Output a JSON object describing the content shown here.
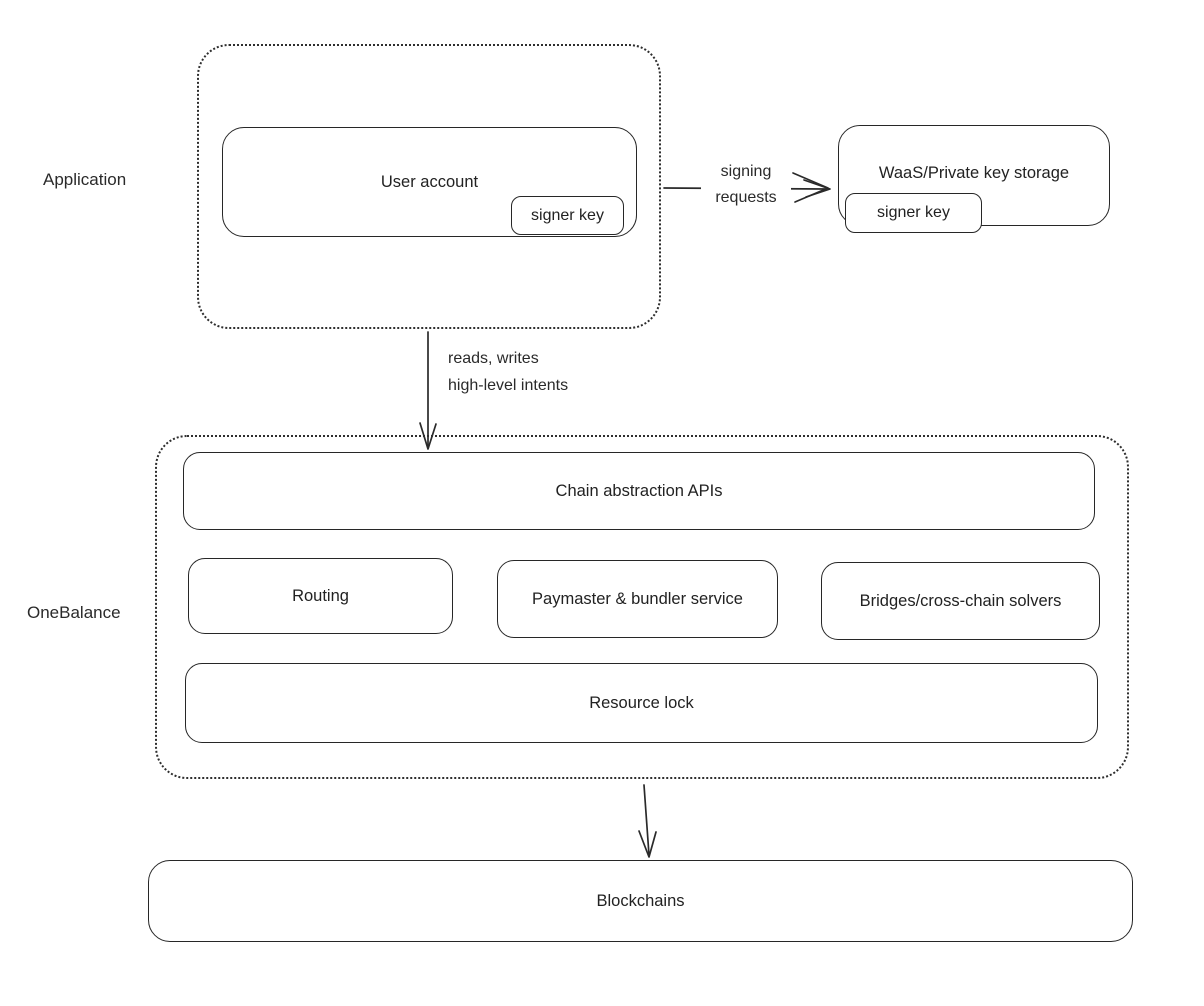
{
  "colors": {
    "background": "#ffffff",
    "stroke": "#272727",
    "text": "#222222"
  },
  "side_labels": {
    "application": "Application",
    "onebalance": "OneBalance"
  },
  "application_group": {
    "user_account": {
      "title": "User account",
      "signer_key": "signer key"
    },
    "waas": {
      "title": "WaaS/Private key storage",
      "signer_key": "signer key"
    }
  },
  "arrows": {
    "signing_requests": {
      "line1": "signing",
      "line2": "requests"
    },
    "reads_writes": {
      "line1": "reads, writes",
      "line2": "high-level intents"
    }
  },
  "onebalance_group": {
    "chain_apis": "Chain abstraction APIs",
    "routing": "Routing",
    "paymaster": "Paymaster & bundler service",
    "bridges": "Bridges/cross-chain solvers",
    "resource_lock": "Resource lock"
  },
  "blockchains": {
    "title": "Blockchains"
  }
}
